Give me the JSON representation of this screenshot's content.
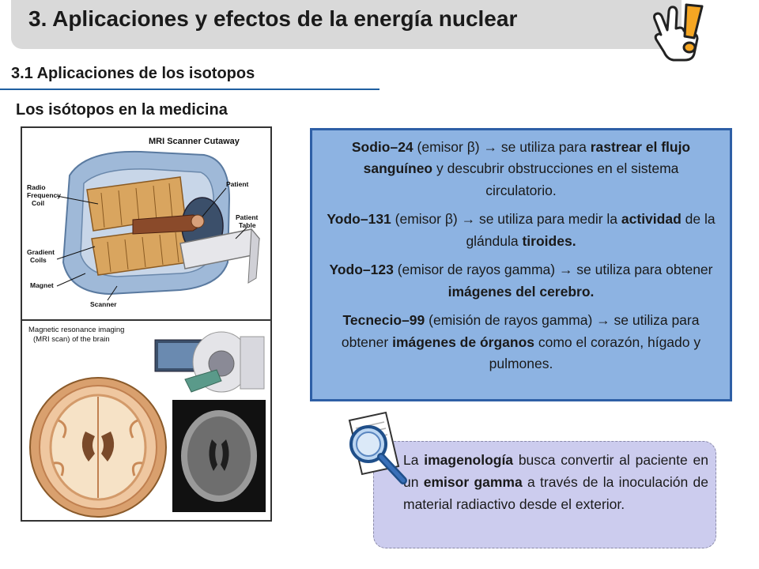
{
  "header": {
    "title": "3. Aplicaciones y efectos de la energía nuclear",
    "icon": "hand-pointer-exclamation-icon"
  },
  "section": {
    "title": "3.1 Aplicaciones de los isotopos",
    "subtitle": "Los isótopos en la medicina"
  },
  "images": {
    "mri_cutaway": {
      "heading": "MRI Scanner Cutaway",
      "labels": {
        "radio_coil": [
          "Radio",
          "Frequency",
          "Coil"
        ],
        "patient": "Patient",
        "patient_table": [
          "Patient",
          "Table"
        ],
        "gradient_coils": [
          "Gradient",
          "Coils"
        ],
        "magnet": "Magnet",
        "scanner": "Scanner"
      }
    },
    "brain_mri": {
      "caption_line1": "Magnetic resonance imaging",
      "caption_line2": "(MRI scan) of the brain"
    }
  },
  "isotopes": [
    {
      "name": "Sodio–24",
      "emitter": " (emisor β) → se utiliza para ",
      "bold1": "rastrear el flujo sanguíneo",
      "rest1": " y descubrir obstrucciones en el sistema circulatorio.",
      "bold2": "",
      "rest2": ""
    },
    {
      "name": "Yodo–131",
      "emitter": " (emisor β) → se utiliza para medir la ",
      "bold1": "actividad",
      "rest1": " de la glándula ",
      "bold2": "tiroides.",
      "rest2": ""
    },
    {
      "name": "Yodo–123",
      "emitter": " (emisor de rayos gamma) → se utiliza para obtener ",
      "bold1": "imágenes del cerebro.",
      "rest1": "",
      "bold2": "",
      "rest2": ""
    },
    {
      "name": "Tecnecio–99",
      "emitter": " (emisión de rayos gamma) → se utiliza para obtener ",
      "bold1": "imágenes de órganos",
      "rest1": " como el corazón, hígado y pulmones.",
      "bold2": "",
      "rest2": ""
    }
  ],
  "note": {
    "p1": "La ",
    "b1": "imagenología",
    "p2": " busca convertir al paciente en un ",
    "b2": "emisor gamma",
    "p3": " a través de la inoculación de material radiactivo desde el exterior.",
    "icon": "magnifier-document-icon"
  },
  "colors": {
    "info_box_bg": "#8db3e2",
    "info_box_border": "#2e5fa6",
    "note_bg": "#ccccee",
    "rule": "#1f5fa0"
  }
}
